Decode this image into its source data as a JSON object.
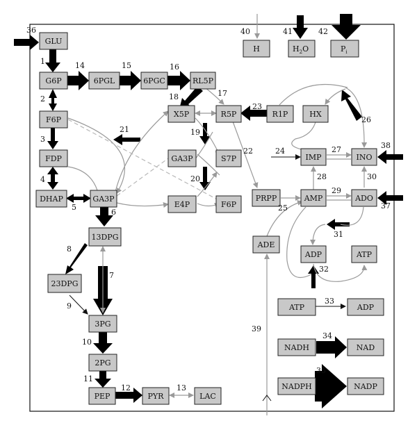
{
  "nodes": {
    "glu": "GLU",
    "g6p": "G6P",
    "pgl": "6PGL",
    "pgc": "6PGC",
    "rl5p": "RL5P",
    "f6p_l": "F6P",
    "fdp": "FDP",
    "dhap": "DHAP",
    "ga3p_l": "GA3P",
    "bpg13": "13DPG",
    "bpg23": "23DPG",
    "pg3": "3PG",
    "pg2": "2PG",
    "pep": "PEP",
    "pyr": "PYR",
    "lac": "LAC",
    "x5p": "X5P",
    "r5p": "R5P",
    "r1p": "R1P",
    "hx": "HX",
    "ga3p_m": "GA3P",
    "s7p": "S7P",
    "e4p": "E4P",
    "f6p_m": "F6P",
    "h": "H",
    "h2o_main": "H",
    "h2o_sub": "2",
    "h2o_tail": "O",
    "pi_main": "P",
    "pi_sub": "i",
    "prpp": "PRPP",
    "imp": "IMP",
    "ino": "INO",
    "amp": "AMP",
    "ado": "ADO",
    "ade": "ADE",
    "adp_c": "ADP",
    "atp_c": "ATP",
    "atp33": "ATP",
    "adp33": "ADP",
    "nadh": "NADH",
    "nad": "NAD",
    "nadph": "NADPH",
    "nadp": "NADP"
  },
  "reaction_numbers": {
    "r1": "1",
    "r2": "2",
    "r3": "3",
    "r4": "4",
    "r5": "5",
    "r6": "6",
    "r7": "7",
    "r8": "8",
    "r9": "9",
    "r10": "10",
    "r11": "11",
    "r12": "12",
    "r13": "13",
    "r14": "14",
    "r15": "15",
    "r16": "16",
    "r17": "17",
    "r18": "18",
    "r19": "19",
    "r20": "20",
    "r21": "21",
    "r22": "22",
    "r23": "23",
    "r24": "24",
    "r25": "25",
    "r26": "26",
    "r27": "27",
    "r28": "28",
    "r29": "29",
    "r30": "30",
    "r31": "31",
    "r32": "32",
    "r33": "33",
    "r34": "34",
    "r35": "35",
    "r36": "36",
    "r37": "37",
    "r38": "38",
    "r39": "39",
    "r40": "40",
    "r41": "41",
    "r42": "42"
  },
  "colors": {
    "node_fill": "#c8c8c8",
    "flux_arrow": "#000000",
    "reversible_arrow": "#9a9a9a",
    "dashed_link": "#b8b8b8"
  }
}
